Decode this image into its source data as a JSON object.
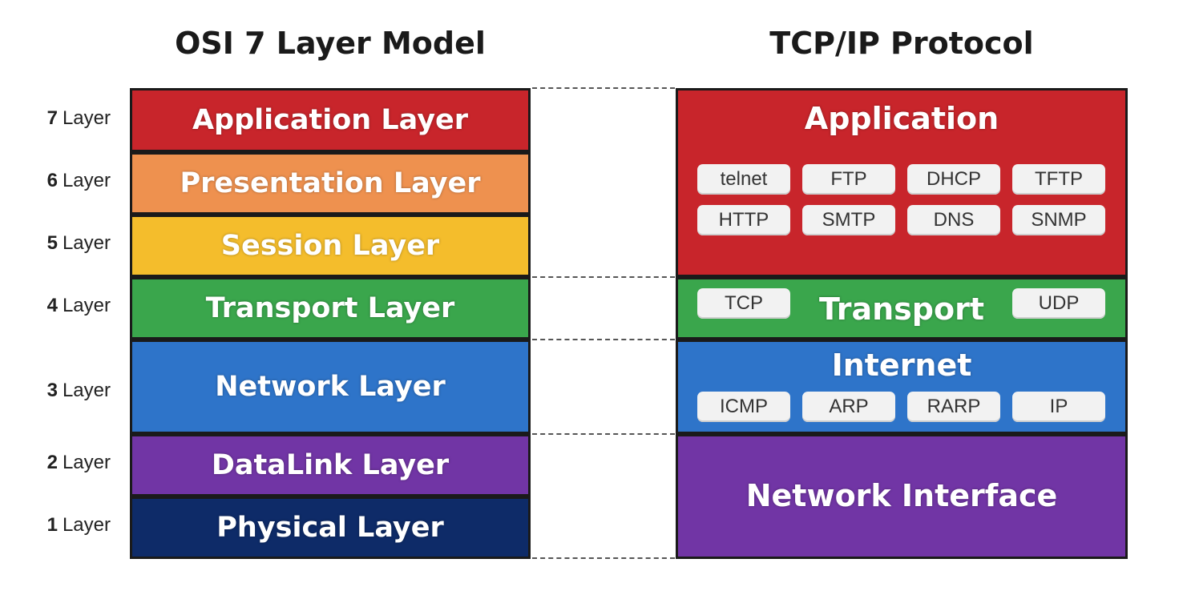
{
  "osi": {
    "title": "OSI 7 Layer Model",
    "layers": [
      {
        "num": "7",
        "label": "Layer",
        "name": "Application Layer",
        "color": "#c8252b"
      },
      {
        "num": "6",
        "label": "Layer",
        "name": "Presentation Layer",
        "color": "#ee914f"
      },
      {
        "num": "5",
        "label": "Layer",
        "name": "Session Layer",
        "color": "#f4bd2c"
      },
      {
        "num": "4",
        "label": "Layer",
        "name": "Transport Layer",
        "color": "#3aa64c"
      },
      {
        "num": "3",
        "label": "Layer",
        "name": "Network Layer",
        "color": "#2e74c9"
      },
      {
        "num": "2",
        "label": "Layer",
        "name": "DataLink Layer",
        "color": "#7135a5"
      },
      {
        "num": "1",
        "label": "Layer",
        "name": "Physical Layer",
        "color": "#0e2b68"
      }
    ]
  },
  "tcpip": {
    "title": "TCP/IP Protocol",
    "application": {
      "name": "Application",
      "color": "#c8252b",
      "protocols": [
        "telnet",
        "FTP",
        "DHCP",
        "TFTP",
        "HTTP",
        "SMTP",
        "DNS",
        "SNMP"
      ]
    },
    "transport": {
      "name": "Transport",
      "color": "#3aa64c",
      "protocols": [
        "TCP",
        "UDP"
      ]
    },
    "internet": {
      "name": "Internet",
      "color": "#2e74c9",
      "protocols": [
        "ICMP",
        "ARP",
        "RARP",
        "IP"
      ]
    },
    "network_interface": {
      "name": "Network Interface",
      "color": "#7135a5"
    }
  }
}
